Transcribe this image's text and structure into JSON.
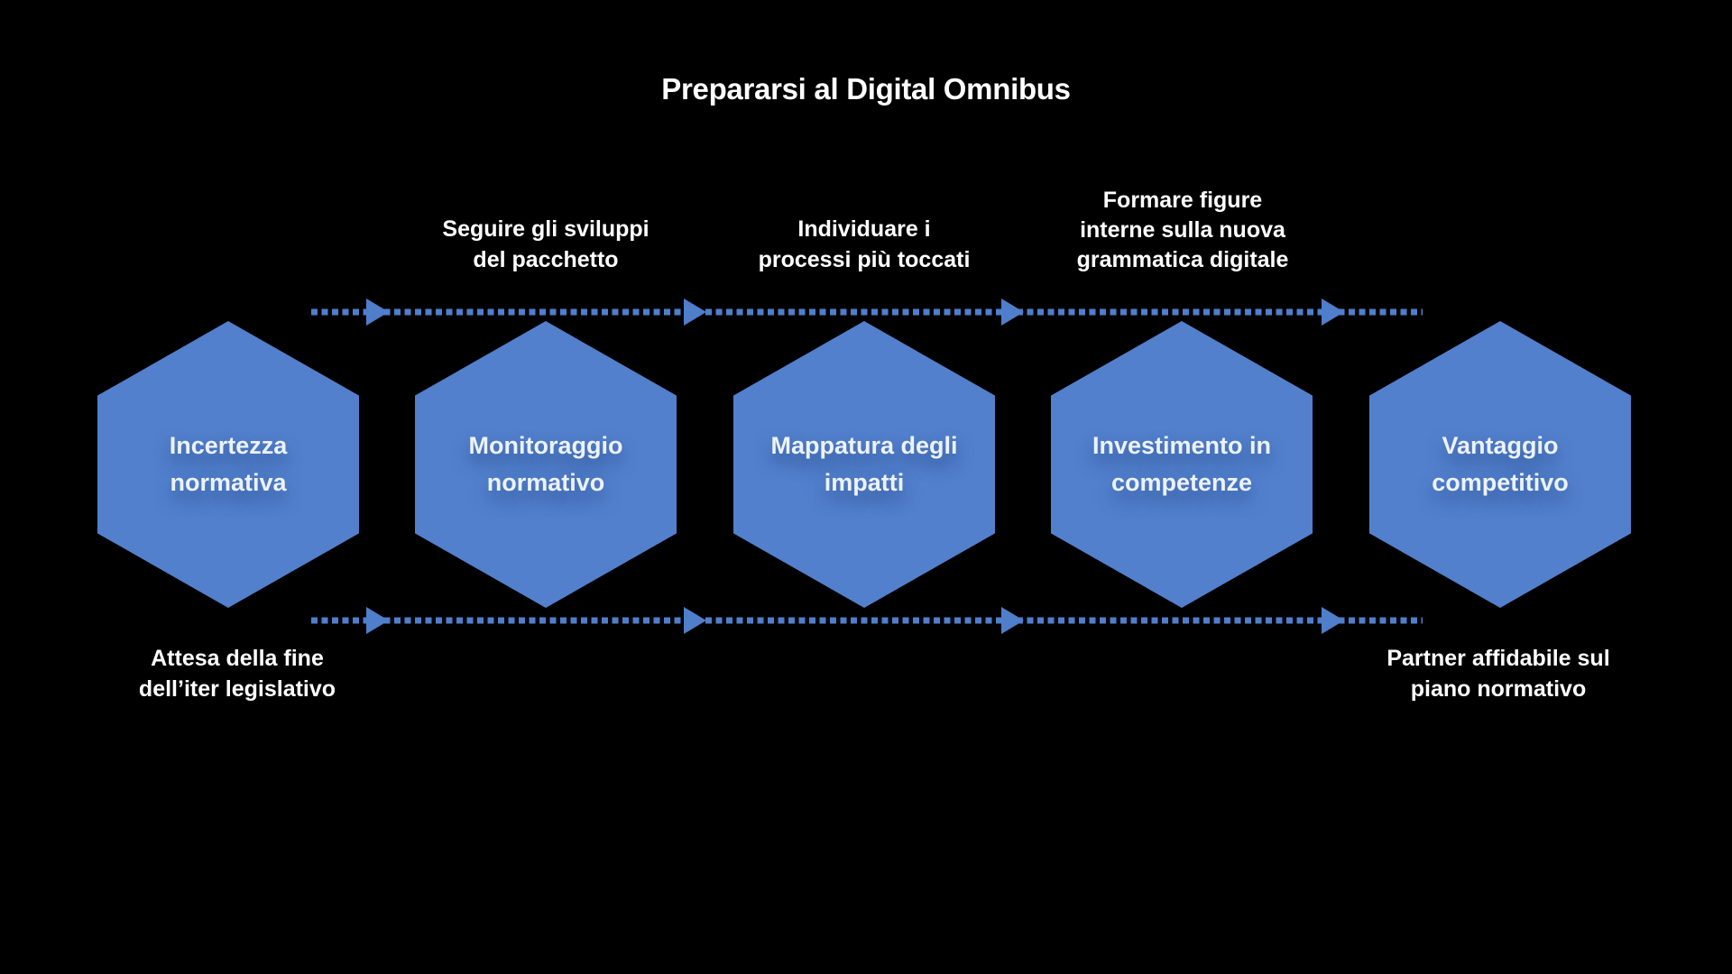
{
  "title": "Prepararsi al Digital Omnibus",
  "colors": {
    "background": "#000000",
    "hexagon_fill": "#5280cd",
    "arrow_blue": "#4f7ecb",
    "hexagon_text": "#edf2f9",
    "label_text": "#ffffff"
  },
  "hexagons": [
    {
      "line1": "Incertezza",
      "line2": "normativa"
    },
    {
      "line1": "Monitoraggio",
      "line2": "normativo"
    },
    {
      "line1": "Mappatura degli",
      "line2": "impatti"
    },
    {
      "line1": "Investimento in",
      "line2": "competenze"
    },
    {
      "line1": "Vantaggio",
      "line2": "competitivo"
    }
  ],
  "top_labels": [
    {
      "line1": "Seguire gli sviluppi",
      "line2": "del pacchetto"
    },
    {
      "line1": "Individuare i",
      "line2": "processi più toccati"
    },
    {
      "line1": "Formare figure",
      "line2": "interne sulla nuova",
      "line3": "grammatica digitale"
    }
  ],
  "bottom_labels": [
    {
      "line1": "Attesa della fine",
      "line2": "dell’iter legislativo"
    },
    {
      "line1": "Partner affidabile sul",
      "line2": "piano normativo"
    }
  ]
}
